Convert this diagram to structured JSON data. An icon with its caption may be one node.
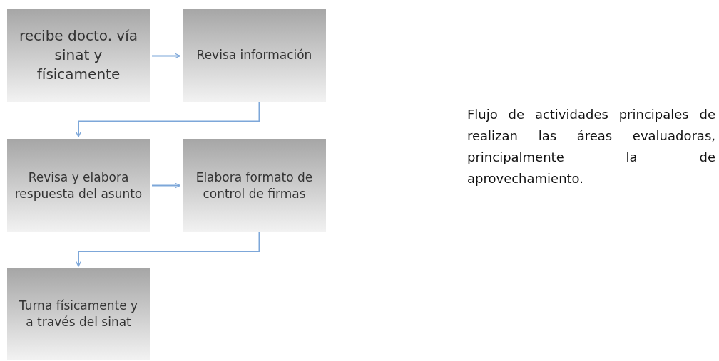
{
  "diagram": {
    "nodes": [
      {
        "text": [
          "recibe docto. vía sinat y físicamente"
        ]
      },
      {
        "text": [
          "Revisa información"
        ]
      },
      {
        "text": [
          "Revisa y elabora respuesta del asunto"
        ]
      },
      {
        "text": [
          "Elabora formato de control de firmas"
        ]
      },
      {
        "text": [
          "Turna físicamente y a través del sinat"
        ]
      }
    ],
    "edges": [
      {
        "from": 0,
        "to": 1,
        "arrow": "to"
      },
      {
        "from": 1,
        "to": 2,
        "arrow": "to"
      },
      {
        "from": 2,
        "to": 3,
        "arrow": "to"
      },
      {
        "from": 3,
        "to": 4,
        "arrow": "to"
      }
    ],
    "labels": [
      "Flujo de actividades principales de realizan las áreas evaluadoras, principalmente la de aprovechamiento."
    ]
  }
}
